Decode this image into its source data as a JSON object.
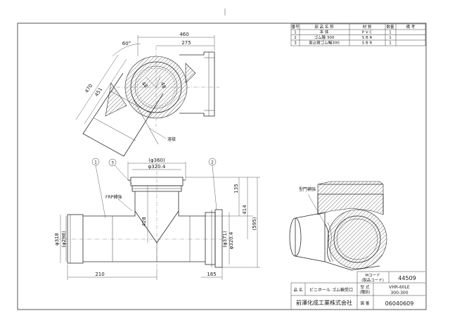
{
  "parts_table": {
    "headers": {
      "no": "番号",
      "name": "部 品 名 称",
      "material": "材 質",
      "qty": "数量",
      "remarks": "備 考"
    },
    "rows": [
      {
        "no": "1",
        "name": "本 体",
        "material": "P V C",
        "qty": "1"
      },
      {
        "no": "2",
        "name": "ゴム輪 300",
        "material": "S B R",
        "qty": "1"
      },
      {
        "no": "3",
        "name": "差込管ゴム輪300",
        "material": "S B R",
        "qty": "1"
      }
    ]
  },
  "title_block": {
    "mcode_label": "Mコード",
    "mcode_sub": "(製品コード)",
    "mcode_value": "44509",
    "name_label": "品 名",
    "product_name": "ビニホール ゴム輪受口",
    "model_label": "型 式",
    "model_sub": "(種別)",
    "model_value_1": "VHR-60LE",
    "model_value_2": "300-300",
    "company": "前澤化成工業株式会社",
    "drawing_no_label": "図 番",
    "drawing_no": "06040609"
  },
  "dims_top": {
    "d460": "460",
    "d275": "275",
    "angle": "60°",
    "d470": "470",
    "d451": "451",
    "d48a": "48",
    "d48b": "48",
    "weld": "溶接"
  },
  "dims_front": {
    "phi360": "(φ360)",
    "phi320_top": "φ320.4",
    "frp": "FRP補強",
    "d428": "428",
    "d135": "135",
    "d414": "414",
    "d595": "(595)",
    "phi318": "φ318",
    "phi298": "(φ298)",
    "phi320_right": "φ320.4",
    "phi371": "(φ371)",
    "d210": "210",
    "d185": "185"
  },
  "balloons": {
    "b1": "1",
    "b2": "2",
    "b3": "3"
  },
  "iso_label": "型門補強"
}
